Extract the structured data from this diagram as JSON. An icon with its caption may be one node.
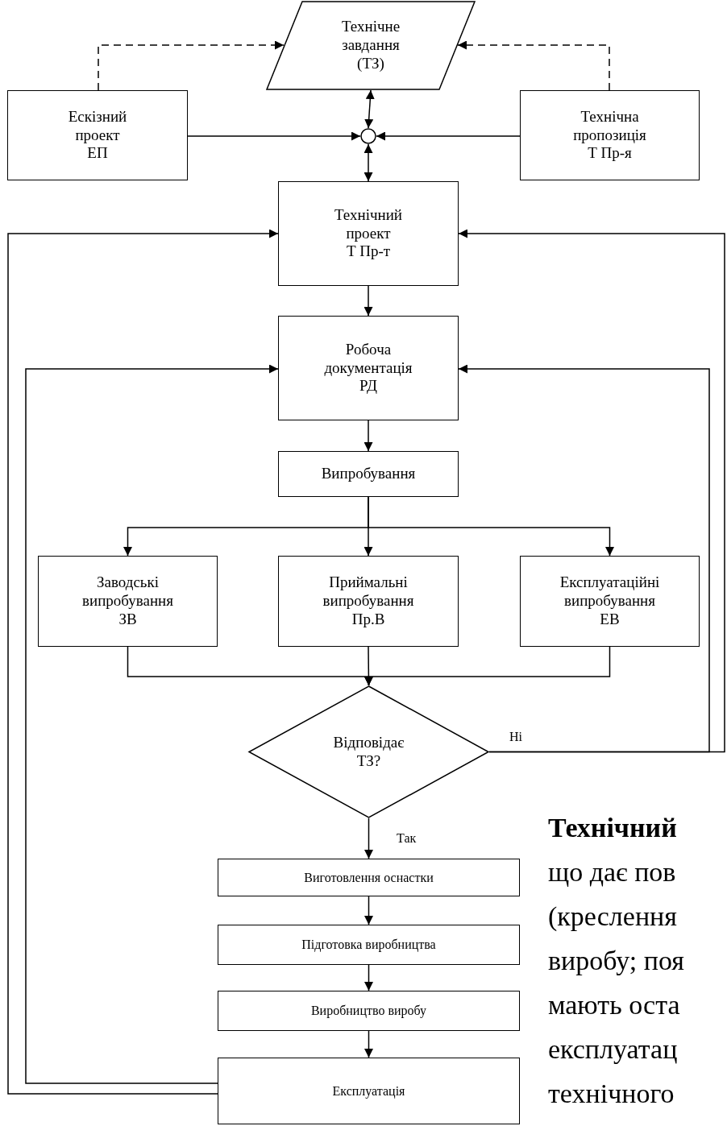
{
  "diagram": {
    "nodes": [
      {
        "text": [
          "Технічне завдання (ТЗ)"
        ]
      },
      {
        "text": [
          "Ескізний проект ЕП"
        ]
      },
      {
        "text": [],
        "shape": "circle"
      },
      {
        "text": [
          "Технічна пропозиція Т Пр-я"
        ]
      },
      {
        "text": [
          "Технічний проект Т Пр-т"
        ]
      },
      {
        "text": [
          "Робоча документація РД"
        ]
      },
      {
        "text": [
          "Випробування"
        ]
      },
      {
        "text": [
          "Заводські випробування ЗВ"
        ]
      },
      {
        "text": [
          "Приймальні випробування Пр.В"
        ]
      },
      {
        "text": [
          "Експлуатаційні випробування ЕВ"
        ]
      },
      {
        "text": [
          "Відповідає ТЗ?"
        ]
      },
      {
        "text": [
          "Виготовлення оснастки"
        ]
      },
      {
        "text": [
          "Підготовка виробництва"
        ]
      },
      {
        "text": [
          "Виробництво виробу"
        ]
      },
      {
        "text": [
          "Експлуатація"
        ]
      }
    ],
    "edges": [
      {
        "from": 1,
        "to": 0,
        "arrow": "to",
        "style": "dashed"
      },
      {
        "from": 3,
        "to": 0,
        "arrow": "to",
        "style": "dashed"
      },
      {
        "from": 0,
        "to": 2,
        "arrow": "both"
      },
      {
        "from": 1,
        "to": 2,
        "arrow": "to"
      },
      {
        "from": 3,
        "to": 2,
        "arrow": "to"
      },
      {
        "from": 2,
        "to": 4,
        "arrow": "both"
      },
      {
        "from": 4,
        "to": 5,
        "arrow": "to"
      },
      {
        "from": 5,
        "to": 6,
        "arrow": "to"
      },
      {
        "from": 6,
        "to": 7,
        "arrow": "to"
      },
      {
        "from": 6,
        "to": 8,
        "arrow": "to"
      },
      {
        "from": 6,
        "to": 9,
        "arrow": "to"
      },
      {
        "from": 7,
        "to": 10,
        "arrow": "to"
      },
      {
        "from": 8,
        "to": 10,
        "arrow": "to"
      },
      {
        "from": 9,
        "to": 10,
        "arrow": "to"
      },
      {
        "from": 10,
        "to": 5,
        "arrow": "to",
        "label": "Ні"
      },
      {
        "from": 10,
        "to": 4,
        "arrow": "to"
      },
      {
        "from": 10,
        "to": 11,
        "arrow": "to",
        "label": "Так"
      },
      {
        "from": 11,
        "to": 12,
        "arrow": "to"
      },
      {
        "from": 12,
        "to": 13,
        "arrow": "to"
      },
      {
        "from": 13,
        "to": 14,
        "arrow": "to"
      },
      {
        "from": 14,
        "to": 5,
        "arrow": "to"
      },
      {
        "from": 14,
        "to": 4,
        "arrow": "to"
      }
    ],
    "labels": [
      "Технічний",
      "що дає пов",
      "(креслення",
      "виробу; поя",
      "мають оста",
      "експлуатац",
      "технічного"
    ]
  }
}
